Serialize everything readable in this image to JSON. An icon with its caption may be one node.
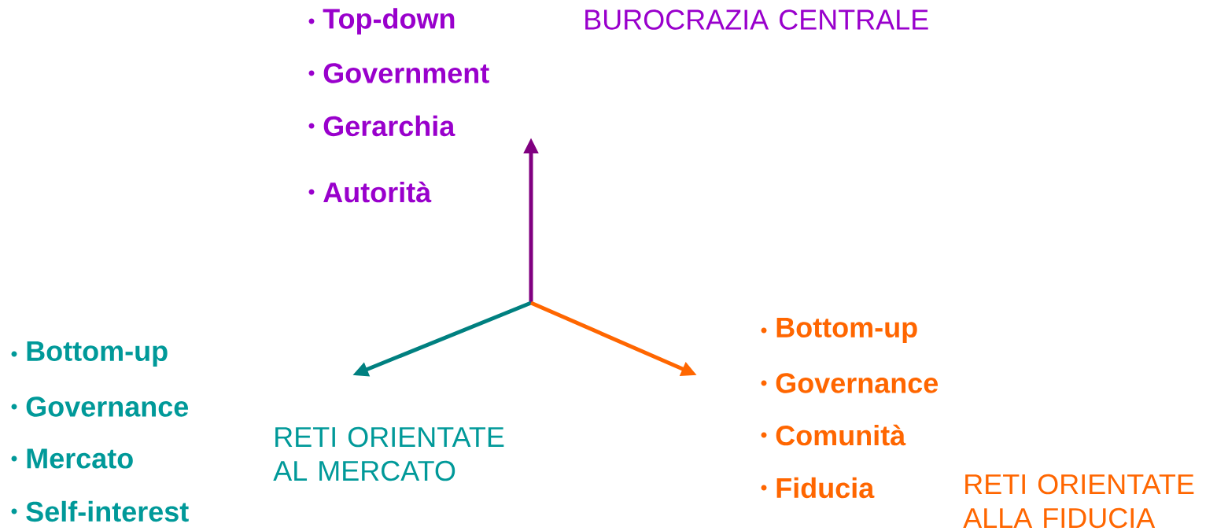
{
  "diagram": {
    "labels": [
      "Top-down",
      "Government",
      "Gerarchia",
      "Autorità",
      "BUROCRAZIA CENTRALE",
      "Bottom-up",
      "Governance",
      "Mercato",
      "Self-interest",
      "RETI ORIENTATE AL MERCATO",
      "Bottom-up",
      "Governance",
      "Comunità",
      "Fiducia",
      "RETI ORIENTATE ALLA FIDUCIA"
    ]
  }
}
